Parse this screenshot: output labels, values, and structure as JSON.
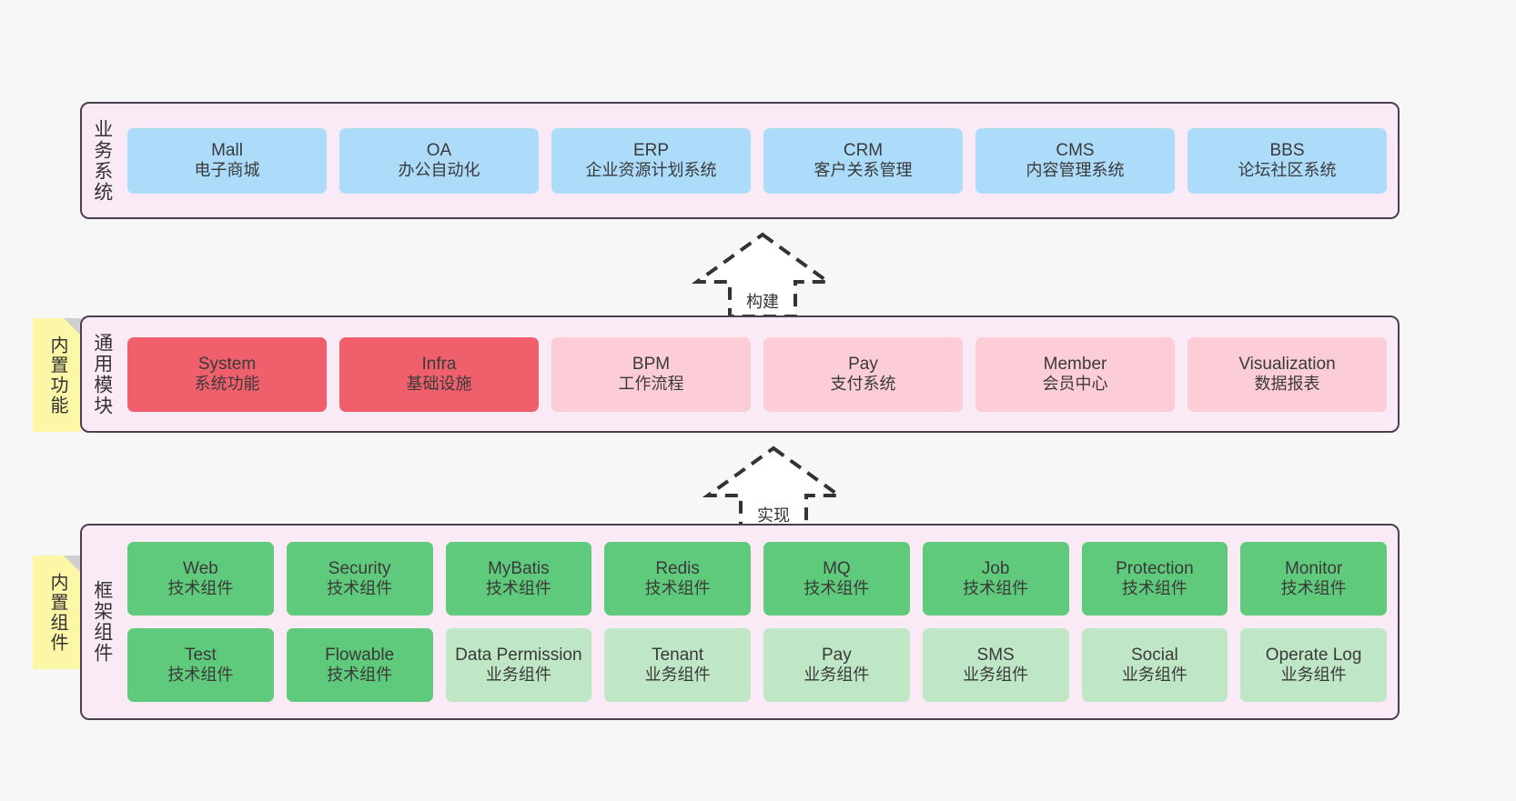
{
  "layers": [
    {
      "id": "business",
      "title": "业务系统",
      "note": null,
      "rows": [
        [
          {
            "name": "Mall",
            "sub": "电子商城",
            "color": "#addcfb"
          },
          {
            "name": "OA",
            "sub": "办公自动化",
            "color": "#addcfb"
          },
          {
            "name": "ERP",
            "sub": "企业资源计划系统",
            "color": "#addcfb"
          },
          {
            "name": "CRM",
            "sub": "客户关系管理",
            "color": "#addcfb"
          },
          {
            "name": "CMS",
            "sub": "内容管理系统",
            "color": "#addcfb"
          },
          {
            "name": "BBS",
            "sub": "论坛社区系统",
            "color": "#addcfb"
          }
        ]
      ]
    },
    {
      "id": "modules",
      "title": "通用模块",
      "note": "内置功能",
      "rows": [
        [
          {
            "name": "System",
            "sub": "系统功能",
            "color": "#f0606c"
          },
          {
            "name": "Infra",
            "sub": "基础设施",
            "color": "#f0606c"
          },
          {
            "name": "BPM",
            "sub": "工作流程",
            "color": "#fccdd6"
          },
          {
            "name": "Pay",
            "sub": "支付系统",
            "color": "#fccdd6"
          },
          {
            "name": "Member",
            "sub": "会员中心",
            "color": "#fccdd6"
          },
          {
            "name": "Visualization",
            "sub": "数据报表",
            "color": "#fccdd6"
          }
        ]
      ]
    },
    {
      "id": "framework",
      "title": "框架组件",
      "note": "内置组件",
      "rows": [
        [
          {
            "name": "Web",
            "sub": "技术组件",
            "color": "#5fca7c"
          },
          {
            "name": "Security",
            "sub": "技术组件",
            "color": "#5fca7c"
          },
          {
            "name": "MyBatis",
            "sub": "技术组件",
            "color": "#5fca7c"
          },
          {
            "name": "Redis",
            "sub": "技术组件",
            "color": "#5fca7c"
          },
          {
            "name": "MQ",
            "sub": "技术组件",
            "color": "#5fca7c"
          },
          {
            "name": "Job",
            "sub": "技术组件",
            "color": "#5fca7c"
          },
          {
            "name": "Protection",
            "sub": "技术组件",
            "color": "#5fca7c"
          },
          {
            "name": "Monitor",
            "sub": "技术组件",
            "color": "#5fca7c"
          }
        ],
        [
          {
            "name": "Test",
            "sub": "技术组件",
            "color": "#5fca7c"
          },
          {
            "name": "Flowable",
            "sub": "技术组件",
            "color": "#5fca7c"
          },
          {
            "name": "Data Permission",
            "sub": "业务组件",
            "color": "#bfe7c5"
          },
          {
            "name": "Tenant",
            "sub": "业务组件",
            "color": "#bfe7c5"
          },
          {
            "name": "Pay",
            "sub": "业务组件",
            "color": "#bfe7c5"
          },
          {
            "name": "SMS",
            "sub": "业务组件",
            "color": "#bfe7c5"
          },
          {
            "name": "Social",
            "sub": "业务组件",
            "color": "#bfe7c5"
          },
          {
            "name": "Operate Log",
            "sub": "业务组件",
            "color": "#bfe7c5"
          }
        ]
      ]
    }
  ],
  "arrows": [
    {
      "id": "build",
      "label": "构建"
    },
    {
      "id": "impl",
      "label": "实现"
    }
  ],
  "colors": {
    "panel_bg": "#f9eaf5",
    "panel_border": "#4a4050",
    "note_bg": "#fcf7a6",
    "note_fold": "#cfcfcf",
    "blue": "#addcfb",
    "red": "#f0606c",
    "pink": "#fccdd6",
    "green": "#5fca7c",
    "light_green": "#bfe7c5",
    "canvas_bg": "#f7f7f7",
    "arrow_stroke": "#333333"
  }
}
